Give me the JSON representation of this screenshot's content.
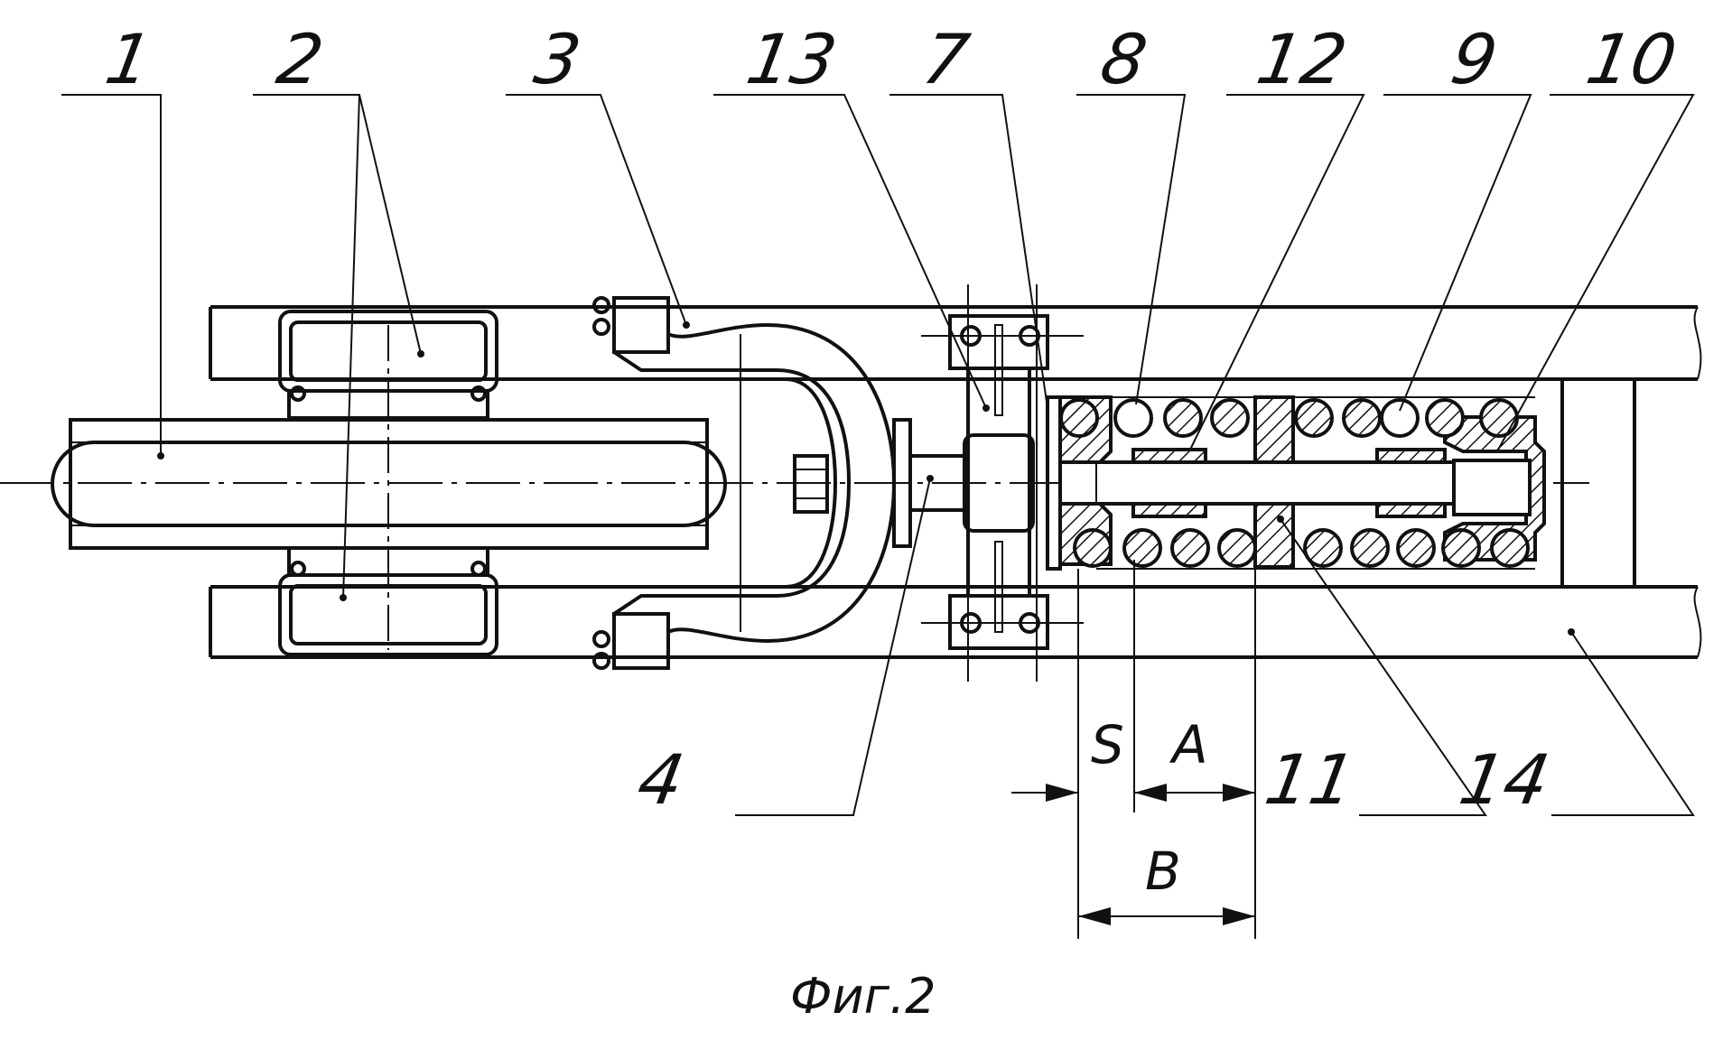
{
  "figure": {
    "caption": "Фиг.2",
    "callouts": [
      {
        "id": "c1",
        "text": "1"
      },
      {
        "id": "c2",
        "text": "2"
      },
      {
        "id": "c3",
        "text": "3"
      },
      {
        "id": "c13",
        "text": "13"
      },
      {
        "id": "c7",
        "text": "7"
      },
      {
        "id": "c8",
        "text": "8"
      },
      {
        "id": "c12",
        "text": "12"
      },
      {
        "id": "c9",
        "text": "9"
      },
      {
        "id": "c10",
        "text": "10"
      },
      {
        "id": "c4",
        "text": "4"
      },
      {
        "id": "c11",
        "text": "11"
      },
      {
        "id": "c14",
        "text": "14"
      }
    ],
    "dimensions": {
      "s": "S",
      "a": "A",
      "b": "B"
    }
  }
}
